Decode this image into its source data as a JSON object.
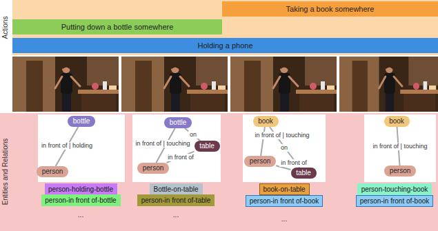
{
  "diagram": {
    "nodes": [
      {
        "text": [
          "Taking a book somewhere"
        ]
      },
      {
        "text": [
          "Putting down a bottle somewhere"
        ]
      },
      {
        "text": [
          "Holding a phone"
        ]
      },
      {
        "text": [
          "bottle"
        ]
      },
      {
        "text": [
          "person"
        ]
      },
      {
        "text": [
          "person-holding-bottle"
        ]
      },
      {
        "text": [
          "person-in front of-bottle"
        ]
      },
      {
        "text": [
          "bottle"
        ]
      },
      {
        "text": [
          "table"
        ]
      },
      {
        "text": [
          "person"
        ]
      },
      {
        "text": [
          "Bottle-on-table"
        ]
      },
      {
        "text": [
          "person-in front of-table"
        ]
      },
      {
        "text": [
          "book"
        ]
      },
      {
        "text": [
          "person"
        ]
      },
      {
        "text": [
          "table"
        ]
      },
      {
        "text": [
          "book-on-table"
        ]
      },
      {
        "text": [
          "person-in front of-book"
        ]
      },
      {
        "text": [
          "book"
        ]
      },
      {
        "text": [
          "person"
        ]
      },
      {
        "text": [
          "person-touching-book"
        ]
      },
      {
        "text": [
          "person-in front of-book"
        ]
      }
    ],
    "edges": [
      {
        "from": 4,
        "to": 3,
        "arrow": "none",
        "label": "in front of | holding"
      },
      {
        "from": 7,
        "to": 8,
        "arrow": "none",
        "label": "on"
      },
      {
        "from": 9,
        "to": 7,
        "arrow": "none",
        "label": "in front of | touching"
      },
      {
        "from": 9,
        "to": 8,
        "arrow": "none",
        "label": "in front of"
      },
      {
        "from": 13,
        "to": 12,
        "arrow": "none",
        "label": "in front of | touching"
      },
      {
        "from": 12,
        "to": 14,
        "arrow": "none",
        "label": "on"
      },
      {
        "from": 13,
        "to": 14,
        "arrow": "none",
        "label": "in front of"
      },
      {
        "from": 18,
        "to": 17,
        "arrow": "none",
        "label": "in front of | touching"
      }
    ],
    "labels": [
      "Actions",
      "Entities and Relations",
      "...",
      "...",
      "..."
    ]
  }
}
